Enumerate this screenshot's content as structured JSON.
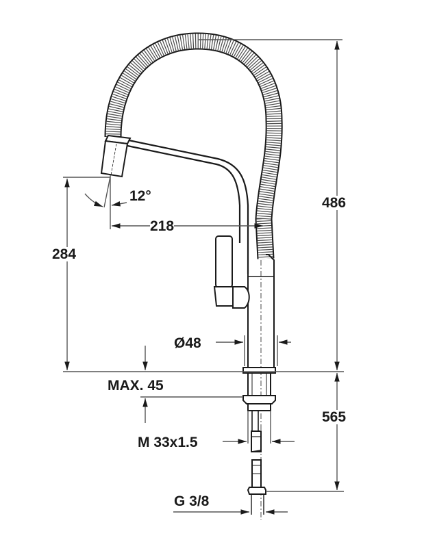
{
  "drawing": {
    "subject": "Pull-out kitchen faucet technical drawing",
    "line_color": "#1a1a1a",
    "dim_line_color": "#555555",
    "background": "#ffffff"
  },
  "dimensions": {
    "total_height": "486",
    "spout_height": "284",
    "spout_reach": "218",
    "spray_angle": "12°",
    "body_diameter": "Ø48",
    "max_counter_thickness": "MAX. 45",
    "below_counter_length": "565",
    "mounting_thread": "M 33x1.5",
    "hose_connection": "G 3/8"
  }
}
